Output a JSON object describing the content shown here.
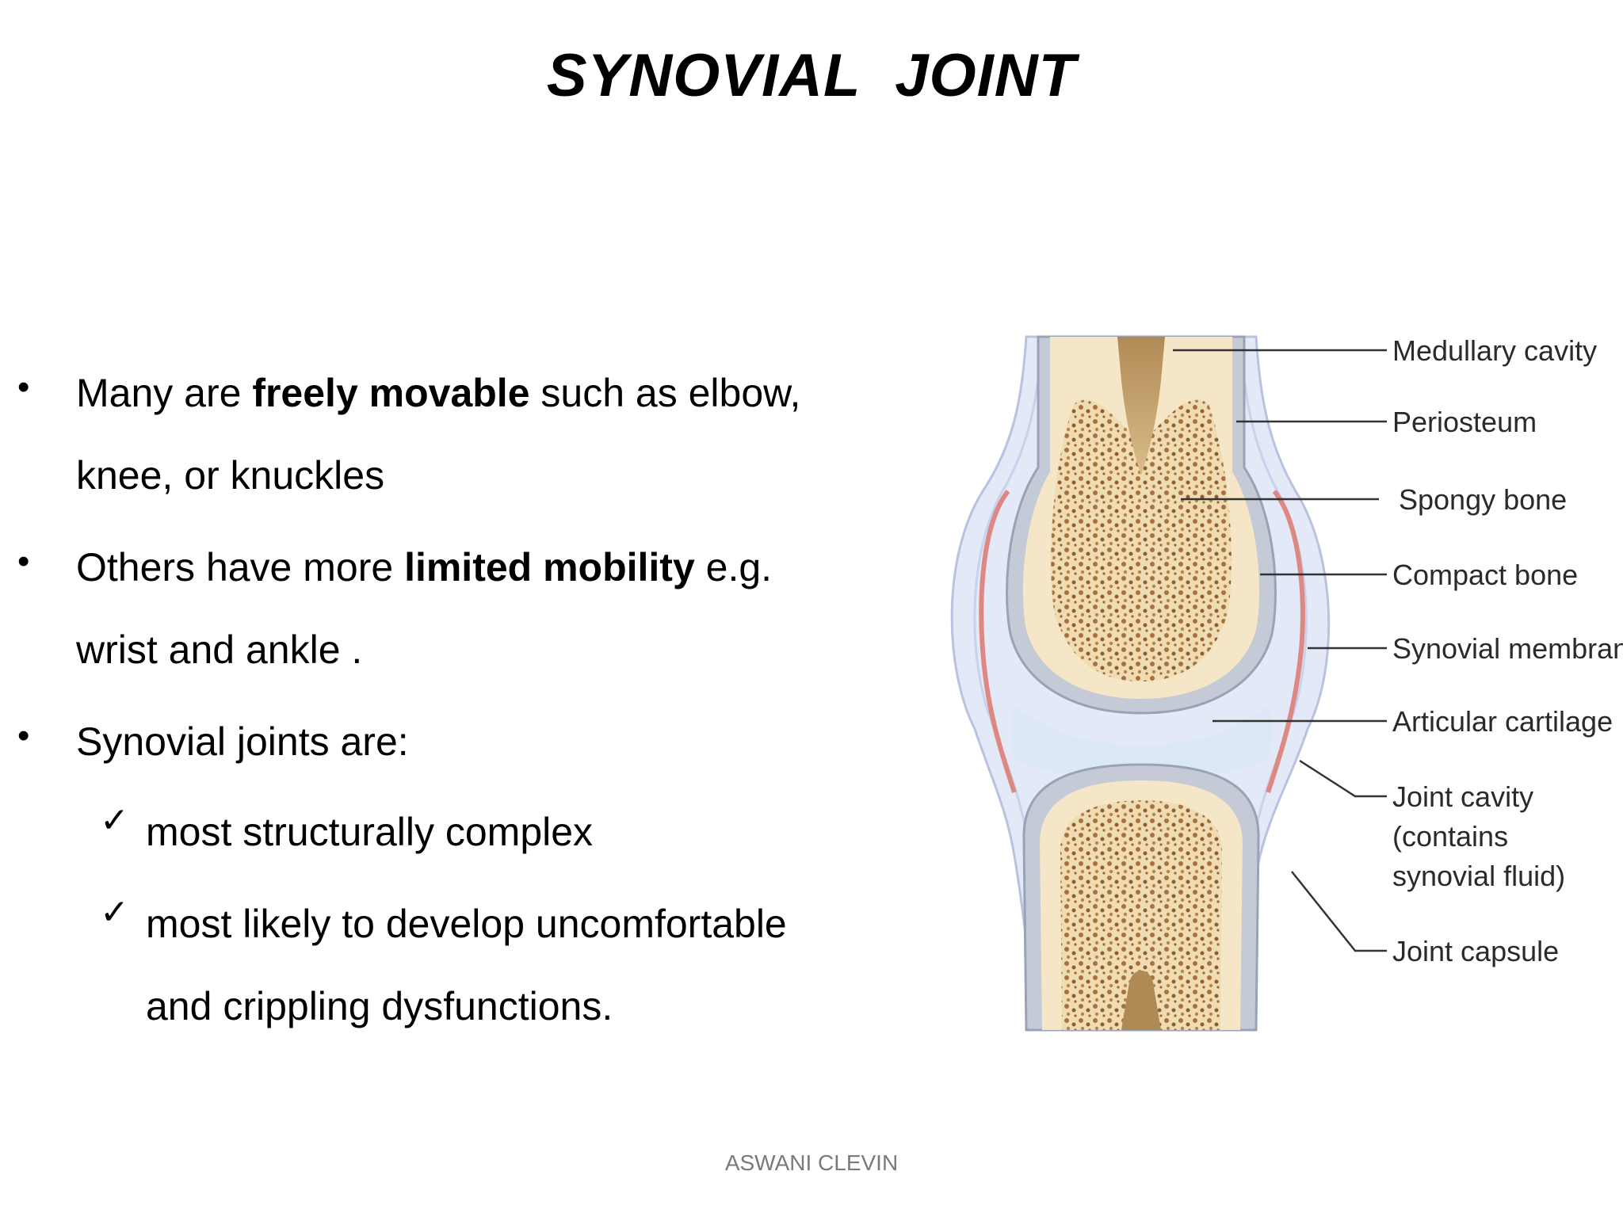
{
  "title": "SYNOVIAL  JOINT",
  "bullets": [
    {
      "line1": {
        "pre": "Many are ",
        "bold": "freely movable",
        "post": " such as elbow,"
      },
      "line2": "knee, or knuckles"
    },
    {
      "line1": {
        "pre": "Others have more ",
        "bold": "limited mobility",
        "post": " e.g."
      },
      "line2": "wrist and ankle ."
    },
    {
      "line1": {
        "pre": "Synovial joints are:",
        "bold": "",
        "post": ""
      }
    }
  ],
  "sub_bullets": [
    {
      "line1": "most structurally complex"
    },
    {
      "line1": "most likely to develop uncomfortable",
      "line2": "and crippling dysfunctions."
    }
  ],
  "bullet_symbol": "•",
  "check_symbol": "✓",
  "diagram": {
    "labels": [
      "Medullary cavity",
      "Periosteum",
      "Spongy bone",
      "Compact bone",
      "Synovial membrane",
      "Articular cartilage",
      "Joint cavity",
      "(contains",
      "synovial fluid)",
      "Joint capsule"
    ],
    "colors": {
      "bone": "#f3e5c4",
      "spongy": "#b07a4a",
      "cartilage": "#c9cfd8",
      "capsule": "#dfe6f4",
      "membrane": "#e08a86"
    }
  },
  "footer": "ASWANI CLEVIN"
}
